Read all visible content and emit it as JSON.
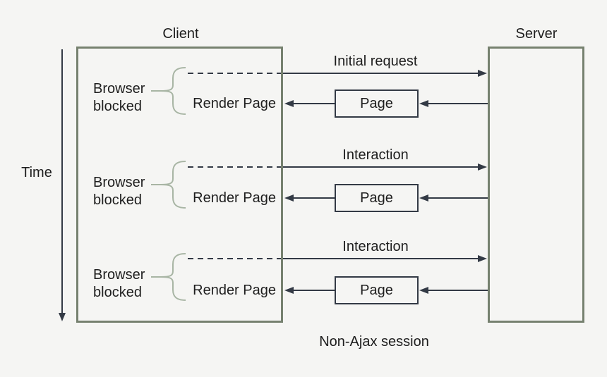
{
  "diagram": {
    "caption": "Non-Ajax session",
    "time_label": "Time",
    "client_label": "Client",
    "server_label": "Server"
  },
  "groups": [
    {
      "request_label": "Initial request",
      "blocked_label": "Browser blocked",
      "render_label": "Render Page",
      "page_label": "Page"
    },
    {
      "request_label": "Interaction",
      "blocked_label": "Browser blocked",
      "render_label": "Render Page",
      "page_label": "Page"
    },
    {
      "request_label": "Interaction",
      "blocked_label": "Browser blocked",
      "render_label": "Render Page",
      "page_label": "Page"
    }
  ],
  "colors": {
    "background": "#f5f5f3",
    "box_border": "#76816f",
    "arrow": "#333a45",
    "brace": "#a8b5a4",
    "text": "#1e1e1e"
  }
}
